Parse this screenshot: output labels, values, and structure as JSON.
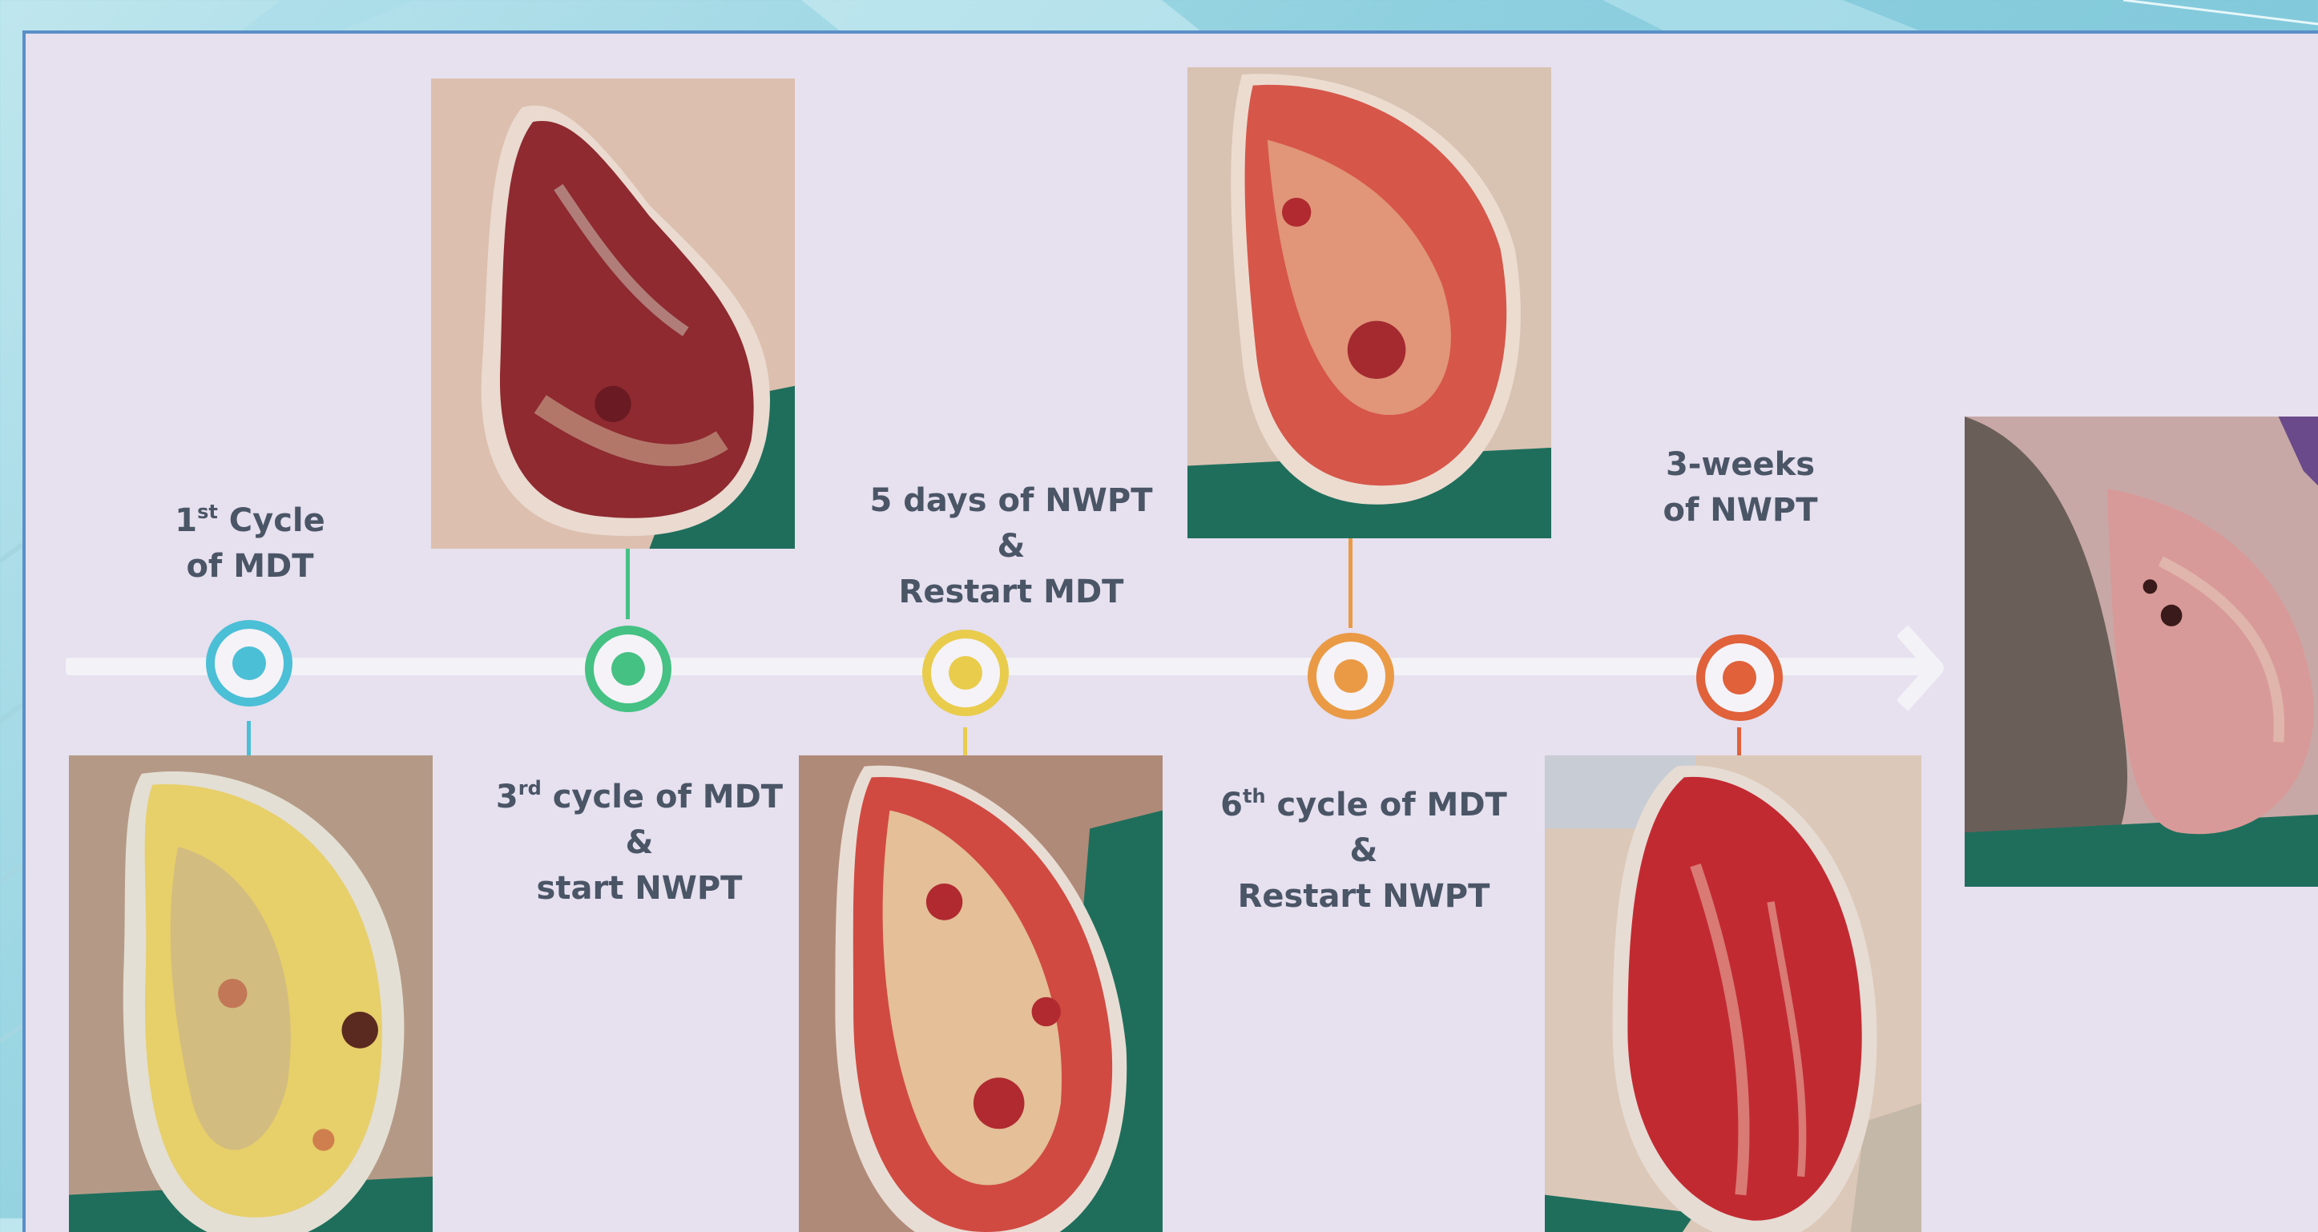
{
  "timeline": {
    "stages": [
      {
        "label_lines": [
          "1",
          "st",
          " Cycle",
          "of MDT"
        ],
        "color": "#4bbfd6",
        "marker_icon": "target-icon"
      },
      {
        "label_lines": [
          "3",
          "rd",
          " cycle of MDT",
          "&",
          "start NWPT"
        ],
        "color": "#45c184",
        "marker_icon": "target-icon"
      },
      {
        "label_lines": [
          "5 days of NWPT",
          "&",
          "Restart MDT"
        ],
        "color": "#e9cc4c",
        "marker_icon": "target-icon"
      },
      {
        "label_lines": [
          "6",
          "th",
          " cycle of MDT",
          "&",
          "Restart NWPT"
        ],
        "color": "#ea9a45",
        "marker_icon": "target-icon"
      },
      {
        "label_lines": [
          "3-weeks",
          "of NWPT"
        ],
        "color": "#e0613a",
        "marker_icon": "target-icon"
      }
    ],
    "photos": [
      {
        "name": "wound-photo-stage-1",
        "wound": "yellow-slough"
      },
      {
        "name": "wound-photo-stage-2",
        "wound": "dark-red-granulation"
      },
      {
        "name": "wound-photo-stage-3",
        "wound": "mixed-slough-granulation"
      },
      {
        "name": "wound-photo-stage-4",
        "wound": "red-granulation"
      },
      {
        "name": "wound-photo-stage-5",
        "wound": "bright-red-granulation"
      },
      {
        "name": "wound-photo-healed",
        "wound": "healed-skin"
      }
    ],
    "arrow_icon": "arrow-right-icon"
  }
}
